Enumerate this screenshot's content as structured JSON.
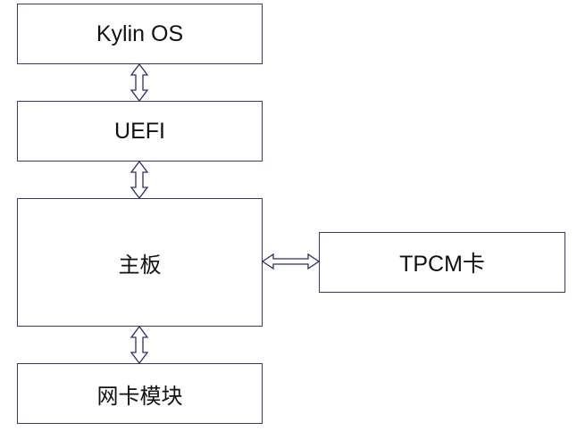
{
  "diagram": {
    "nodes": {
      "kylin": {
        "label": "Kylin OS"
      },
      "uefi": {
        "label": "UEFI"
      },
      "mainboard": {
        "label": "主板"
      },
      "tpcm": {
        "label": "TPCM卡"
      },
      "nic": {
        "label": "网卡模块"
      }
    },
    "edges": [
      {
        "from": "kylin",
        "to": "uefi",
        "direction": "bidirectional"
      },
      {
        "from": "uefi",
        "to": "mainboard",
        "direction": "bidirectional"
      },
      {
        "from": "mainboard",
        "to": "tpcm",
        "direction": "bidirectional"
      },
      {
        "from": "mainboard",
        "to": "nic",
        "direction": "bidirectional"
      }
    ],
    "colors": {
      "border": "#3a3a6a",
      "arrow": "#2e2e6e",
      "background": "#ffffff"
    }
  }
}
